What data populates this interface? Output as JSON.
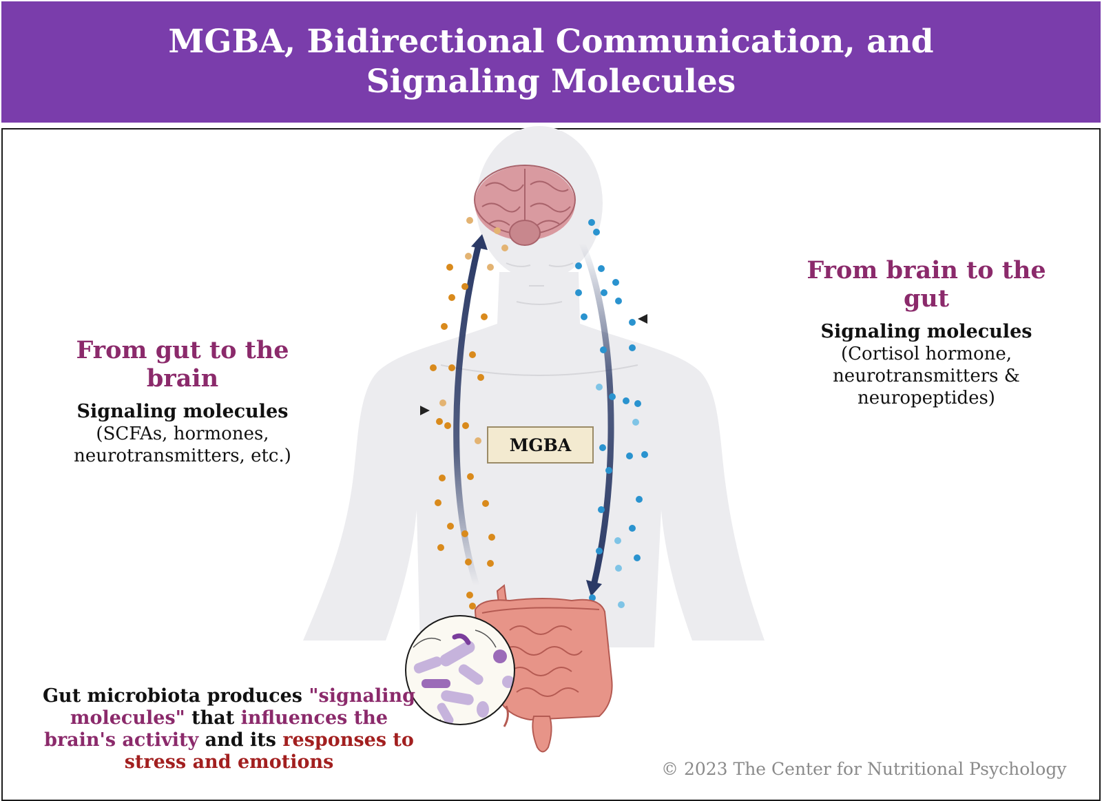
{
  "title": "MGBA, Bidirectional Communication, and Signaling Molecules",
  "left": {
    "heading": "From gut to the brain",
    "subheading": "Signaling molecules",
    "lines": [
      "(SCFAs, hormones,",
      "neurotransmitters, etc.)"
    ]
  },
  "right": {
    "heading": "From brain to the gut",
    "subheading": "Signaling molecules",
    "lines": [
      "(Cortisol hormone,",
      "neurotransmitters &",
      "neuropeptides)"
    ]
  },
  "center_label": "MGBA",
  "caption": {
    "part1": "Gut microbiota produces ",
    "part2": "\"signaling molecules\"",
    "part3": " that ",
    "part4": "influences the brain's activity",
    "part5": " and its ",
    "part6": "responses to stress and emotions"
  },
  "copyright": "© 2023 The Center for Nutritional Psychology",
  "colors": {
    "header_bg": "#7a3dab",
    "heading": "#8b2a6b",
    "emphasis_red": "#a21f1f",
    "orange_molecules": "#d98a1c",
    "blue_molecules": "#2a93cf",
    "arrow": "#2b3a66",
    "brain": "#d89ba0",
    "intestine": "#e79488"
  }
}
